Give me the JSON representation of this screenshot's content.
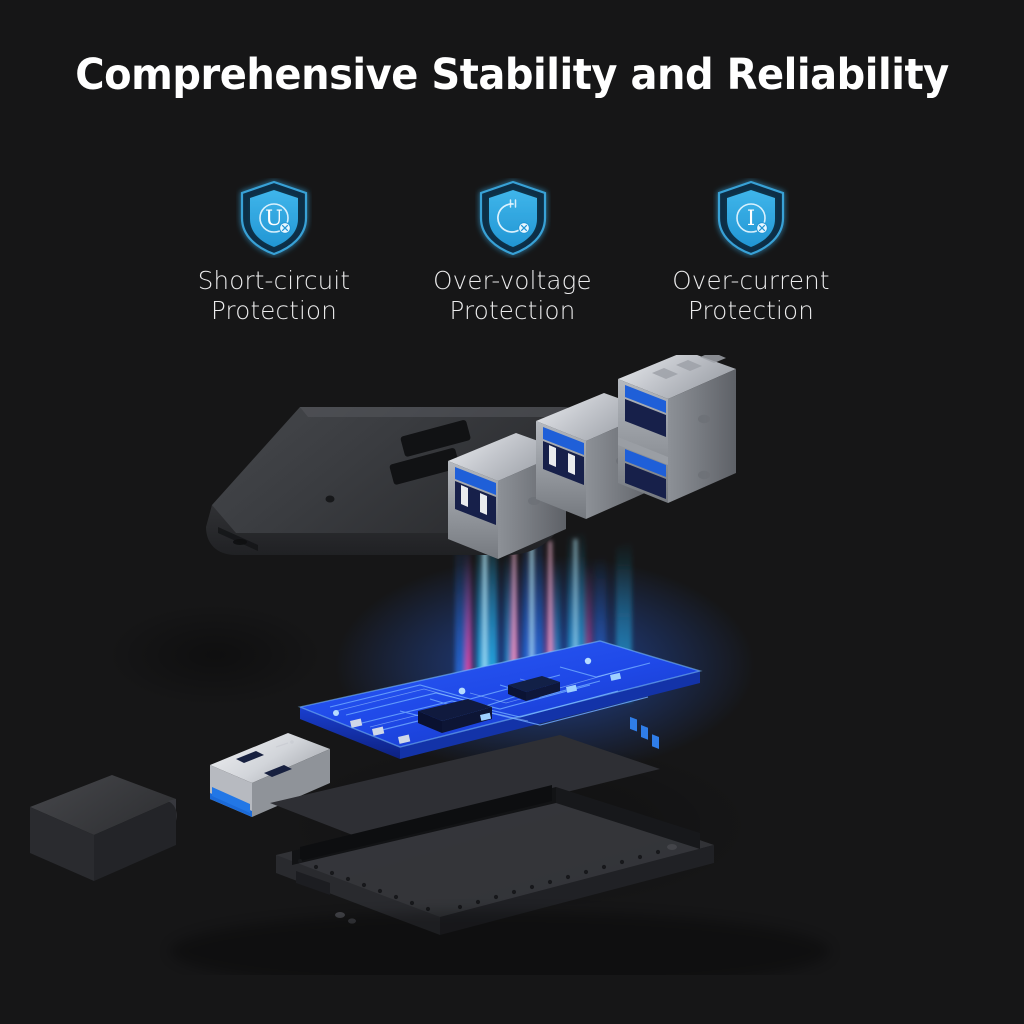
{
  "page": {
    "background_color": "#161617",
    "title": "Comprehensive Stability and Reliability",
    "title_color": "#ffffff"
  },
  "features": {
    "accent_color": "#2da6e0",
    "accent_dark": "#123a56",
    "label_color": "#ececed",
    "items": [
      {
        "id": "short-circuit",
        "icon": "shield-short-circuit-icon",
        "symbol": "U",
        "label_line1": "Short-circuit",
        "label_line2": "Protection"
      },
      {
        "id": "over-voltage",
        "icon": "shield-over-voltage-icon",
        "symbol": "",
        "label_line1": "Over-voltage",
        "label_line2": "Protection"
      },
      {
        "id": "over-current",
        "icon": "shield-over-current-icon",
        "symbol": "I",
        "label_line1": "Over-current",
        "label_line2": "Protection"
      }
    ]
  },
  "product": {
    "name": "usb-3-hub-exploded-view",
    "parts": [
      {
        "id": "top-housing",
        "label": "Top housing shell",
        "color": "#3a3b3e"
      },
      {
        "id": "end-cap",
        "label": "End cap",
        "color": "#36373a"
      },
      {
        "id": "usb-port-1",
        "label": "USB 3.0 port",
        "shell_color": "#b9bcc2",
        "tongue_color": "#1f63d0"
      },
      {
        "id": "usb-port-2",
        "label": "USB 3.0 port",
        "shell_color": "#b9bcc2",
        "tongue_color": "#1f63d0"
      },
      {
        "id": "usb-port-stacked",
        "label": "USB 3.0 stacked dual port",
        "shell_color": "#c9ccd2",
        "tongue_color": "#1f63d0"
      },
      {
        "id": "pcb",
        "label": "Printed circuit board",
        "color": "#1a44e0"
      },
      {
        "id": "usb-male-plug",
        "label": "USB 3.0 type-A male plug",
        "shell_color": "#d8dade",
        "insert_color": "#1665d8"
      },
      {
        "id": "bottom-housing",
        "label": "Bottom housing tray",
        "color": "#303136"
      }
    ],
    "light_beams": {
      "cyan": "#25c8ff",
      "blue": "#1e6cff",
      "magenta": "#ff3d94"
    }
  }
}
